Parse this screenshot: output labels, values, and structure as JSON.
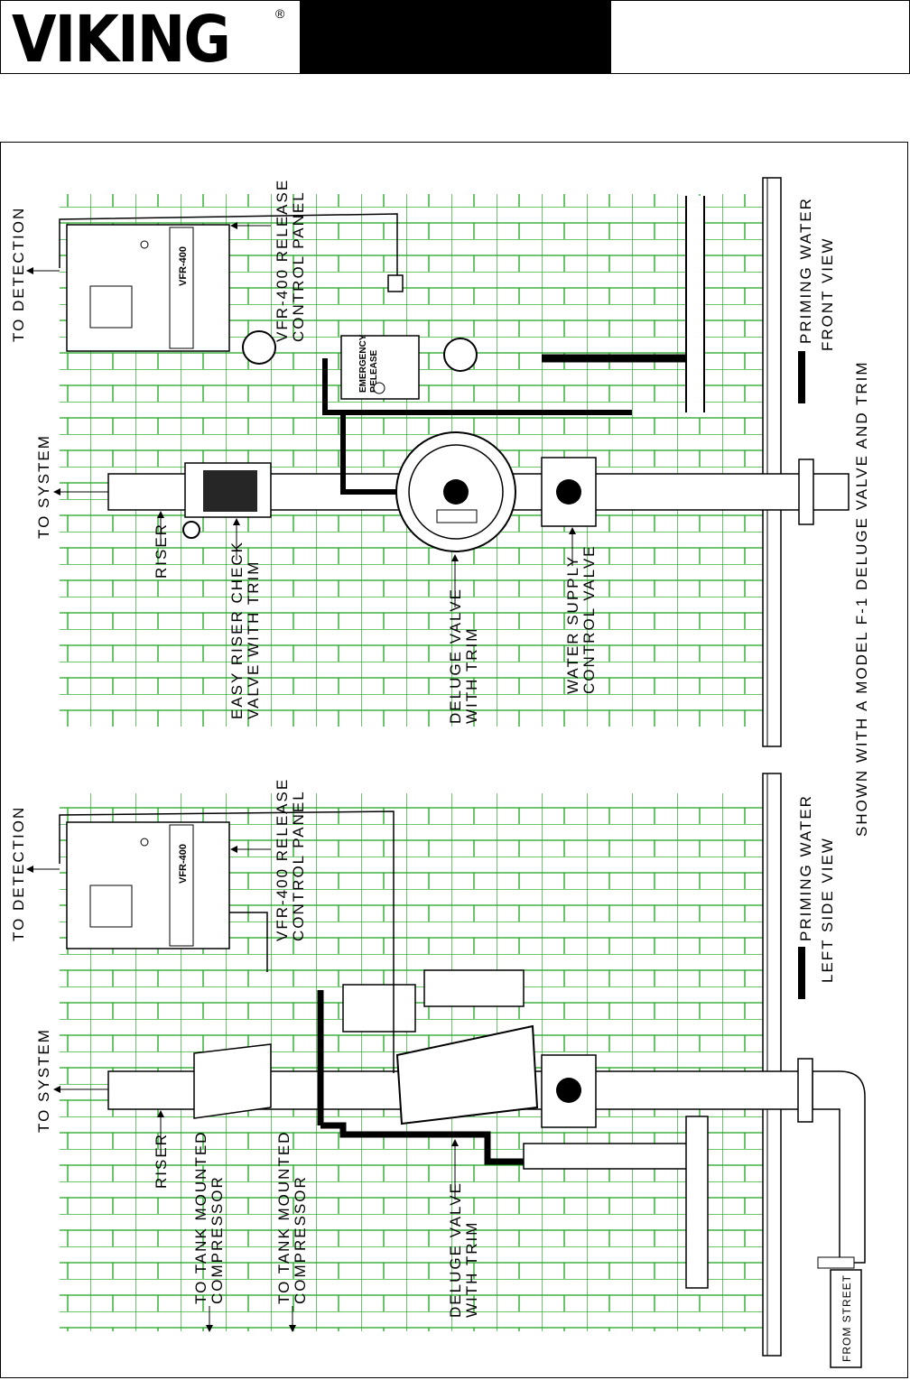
{
  "brand": {
    "name": "VIKING",
    "registered": "®"
  },
  "colors": {
    "grid": "#1aa31a",
    "ink": "#000000"
  },
  "front_view": {
    "labels": {
      "to_detection": "TO DETECTION",
      "panel_line1": "VFR-400 RELEASE",
      "panel_line2": "CONTROL PANEL",
      "to_system": "TO SYSTEM",
      "riser": "RISER",
      "check_line1": "EASY RISER CHECK",
      "check_line2": "VALVE WITH TRIM",
      "deluge_line1": "DELUGE VALVE",
      "deluge_line2": "WITH TRIM",
      "supply_line1": "WATER SUPPLY",
      "supply_line2": "CONTROL VALVE",
      "legend": "PRIMING WATER",
      "view": "FRONT VIEW",
      "caption": "SHOWN WITH A MODEL F-1 DELUGE VALVE AND TRIM",
      "emergency_line1": "EMERGENCY",
      "emergency_line2": "RELEASE",
      "panel_model": "VFR-400"
    }
  },
  "side_view": {
    "labels": {
      "to_detection": "TO DETECTION",
      "panel_line1": "VFR-400 RELEASE",
      "panel_line2": "CONTROL PANEL",
      "to_system": "TO SYSTEM",
      "riser": "RISER",
      "compressor1_line1": "TO TANK MOUNTED",
      "compressor1_line2": "COMPRESSOR",
      "compressor2_line1": "TO TANK MOUNTED",
      "compressor2_line2": "COMPRESSOR",
      "deluge_line1": "DELUGE VALVE",
      "deluge_line2": "WITH TRIM",
      "legend": "PRIMING WATER",
      "view": "LEFT SIDE VIEW",
      "from_street": "FROM STREET",
      "panel_model": "VFR-400"
    }
  }
}
